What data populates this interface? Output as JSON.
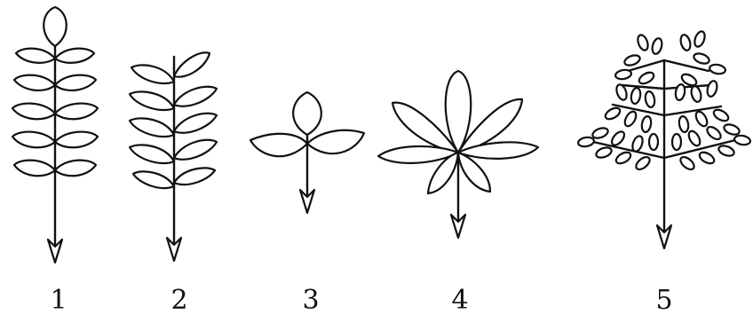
{
  "figures": [
    {
      "label": "1",
      "leaf_type": "odd-pinnate-leaf-icon"
    },
    {
      "label": "2",
      "leaf_type": "even-pinnate-leaf-icon"
    },
    {
      "label": "3",
      "leaf_type": "trifoliate-leaf-icon"
    },
    {
      "label": "4",
      "leaf_type": "palmate-leaf-icon"
    },
    {
      "label": "5",
      "leaf_type": "bipinnate-leaf-icon"
    }
  ],
  "colors": {
    "ink": "#111111",
    "background": "#ffffff"
  }
}
